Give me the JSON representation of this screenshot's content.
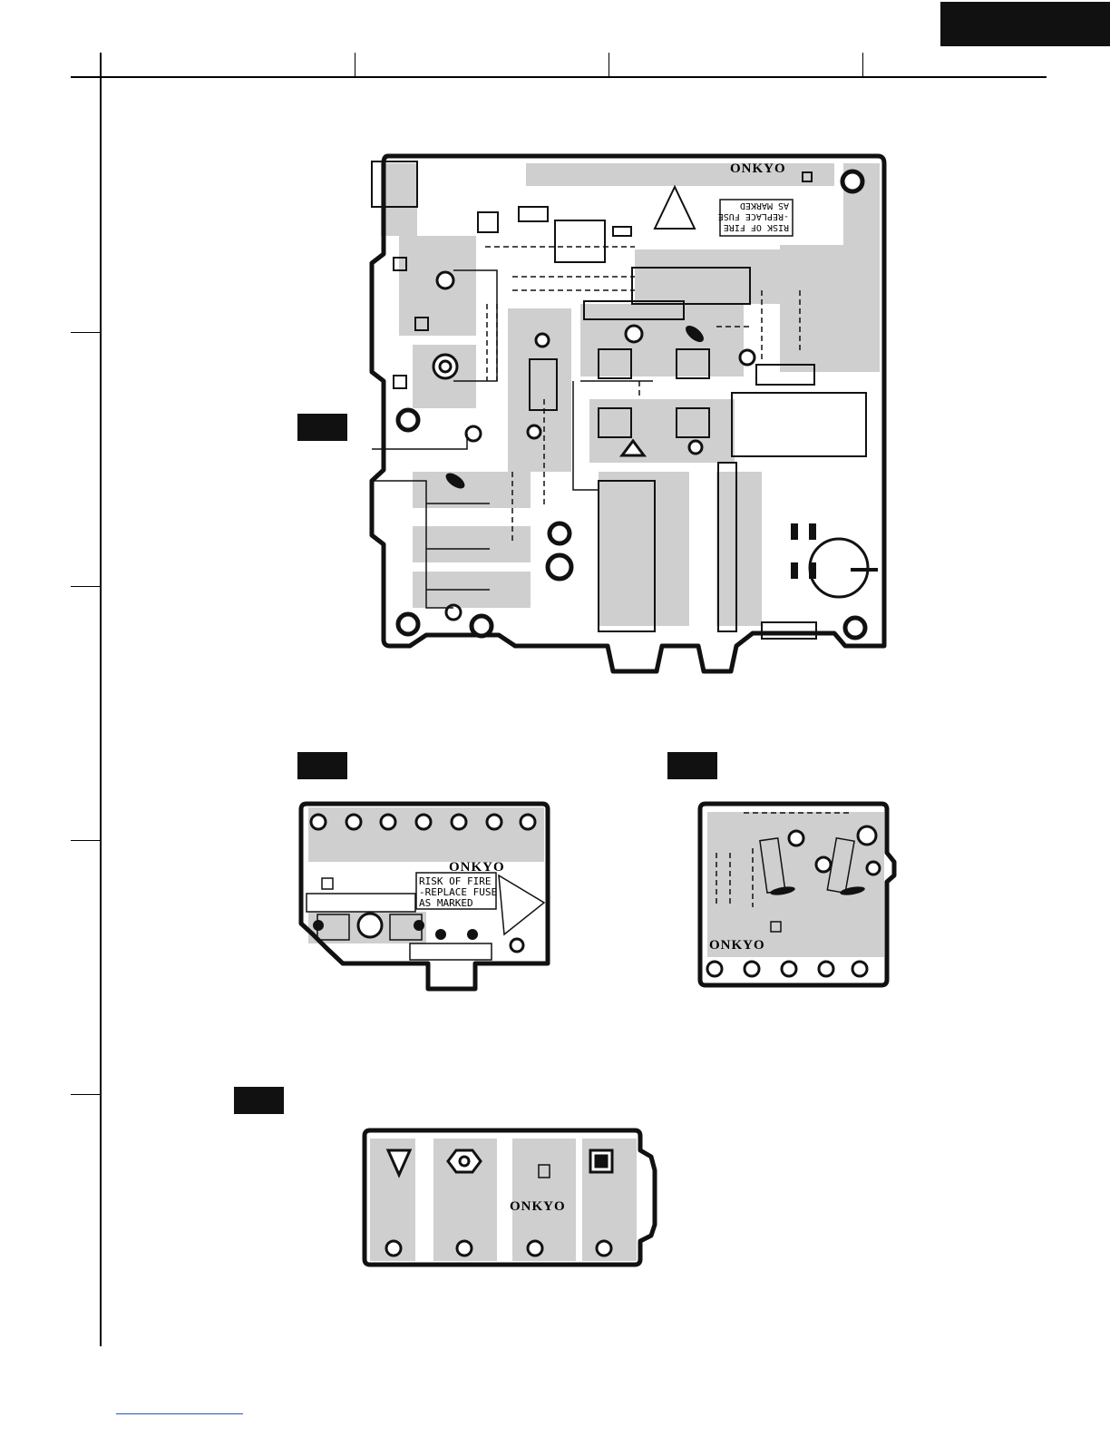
{
  "brand": "ONKYO",
  "warning": {
    "line1": "RISK OF FIRE",
    "line2": "-REPLACE FUSE",
    "line3": "AS MARKED"
  },
  "colors": {
    "trace": "#cfcfcf",
    "outline": "#111111",
    "background": "#ffffff",
    "footer_line": "#3050c0"
  }
}
